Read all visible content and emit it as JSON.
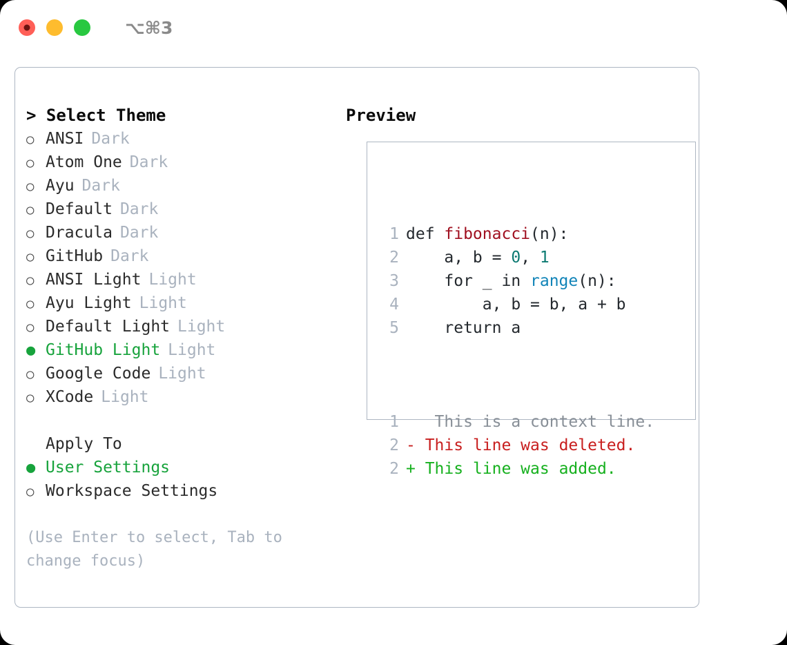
{
  "window": {
    "shortcut_label": "⌥⌘3",
    "traffic_lights": [
      {
        "name": "close",
        "color": "#ff5f57"
      },
      {
        "name": "minimize",
        "color": "#febc2e"
      },
      {
        "name": "maximize",
        "color": "#28c840"
      }
    ]
  },
  "left": {
    "heading": "> Select Theme",
    "themes": [
      {
        "bullet": "○",
        "name": "ANSI",
        "kind": "Dark",
        "selected": false
      },
      {
        "bullet": "○",
        "name": "Atom One",
        "kind": "Dark",
        "selected": false
      },
      {
        "bullet": "○",
        "name": "Ayu",
        "kind": "Dark",
        "selected": false
      },
      {
        "bullet": "○",
        "name": "Default",
        "kind": "Dark",
        "selected": false
      },
      {
        "bullet": "○",
        "name": "Dracula",
        "kind": "Dark",
        "selected": false
      },
      {
        "bullet": "○",
        "name": "GitHub",
        "kind": "Dark",
        "selected": false
      },
      {
        "bullet": "○",
        "name": "ANSI Light",
        "kind": "Light",
        "selected": false
      },
      {
        "bullet": "○",
        "name": "Ayu Light",
        "kind": "Light",
        "selected": false
      },
      {
        "bullet": "○",
        "name": "Default Light",
        "kind": "Light",
        "selected": false
      },
      {
        "bullet": "●",
        "name": "GitHub Light",
        "kind": "Light",
        "selected": true
      },
      {
        "bullet": "○",
        "name": "Google Code",
        "kind": "Light",
        "selected": false
      },
      {
        "bullet": "○",
        "name": "XCode",
        "kind": "Light",
        "selected": false
      }
    ],
    "apply_to": {
      "title": "Apply To",
      "options": [
        {
          "bullet": "●",
          "label": "User Settings",
          "selected": true
        },
        {
          "bullet": "○",
          "label": "Workspace Settings",
          "selected": false
        }
      ]
    },
    "hint": "(Use Enter to select, Tab to change focus)"
  },
  "right": {
    "heading": "Preview",
    "code": [
      {
        "no": "1",
        "parts": [
          {
            "t": "def ",
            "c": "plain"
          },
          {
            "t": "fibonacci",
            "c": "func"
          },
          {
            "t": "(n):",
            "c": "plain"
          }
        ]
      },
      {
        "no": "2",
        "parts": [
          {
            "t": "    a, b = ",
            "c": "plain"
          },
          {
            "t": "0",
            "c": "num"
          },
          {
            "t": ", ",
            "c": "plain"
          },
          {
            "t": "1",
            "c": "num"
          }
        ]
      },
      {
        "no": "3",
        "parts": [
          {
            "t": "    for _ in ",
            "c": "plain"
          },
          {
            "t": "range",
            "c": "call"
          },
          {
            "t": "(n):",
            "c": "plain"
          }
        ]
      },
      {
        "no": "4",
        "parts": [
          {
            "t": "        a, b = b, a + b",
            "c": "plain"
          }
        ]
      },
      {
        "no": "5",
        "parts": [
          {
            "t": "    return a",
            "c": "plain"
          }
        ]
      }
    ],
    "diff": [
      {
        "no": "1",
        "marker": " ",
        "text": "  This is a context line.",
        "kind": "ctx"
      },
      {
        "no": "2",
        "marker": "-",
        "text": " This line was deleted.",
        "kind": "del"
      },
      {
        "no": "2",
        "marker": "+",
        "text": " This line was added.",
        "kind": "add"
      }
    ]
  },
  "colors": {
    "accent_green": "#17a33c",
    "muted": "#a9b2be",
    "border": "#adb6c2",
    "diff_add": "#16b01e",
    "diff_del": "#c81e1e",
    "token_func": "#a01020",
    "token_num": "#0c7a72",
    "token_call": "#1184b8"
  }
}
